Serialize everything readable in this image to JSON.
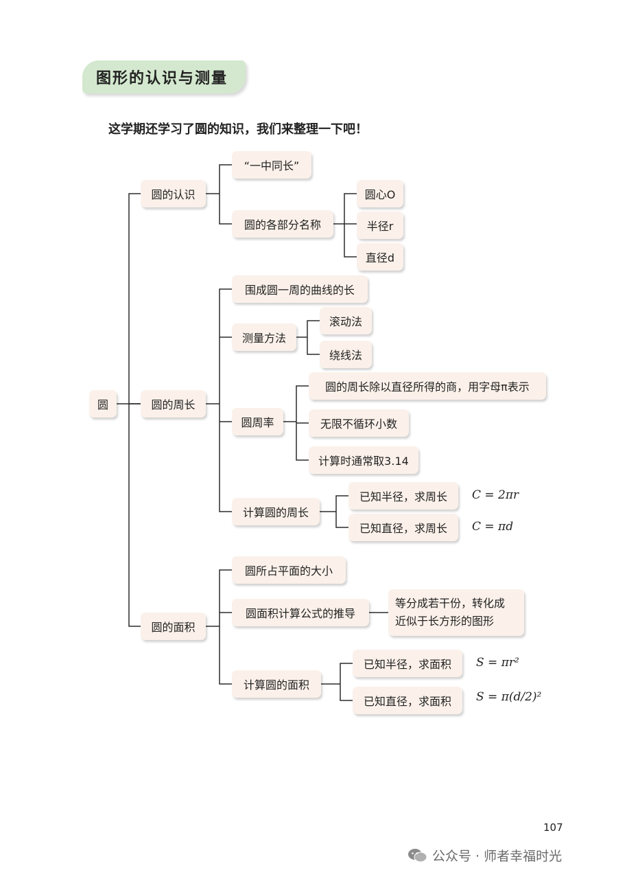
{
  "section_title": "图形的认识与测量",
  "intro": "这学期还学习了圆的知识，我们来整理一下吧！",
  "nodes": {
    "root": "圆",
    "recognition": "圆的认识",
    "yizhong": "“一中同长”",
    "parts": "圆的各部分名称",
    "center": "圆心O",
    "radius": "半径r",
    "diameter": "直径d",
    "perimeter": "圆的周长",
    "curve_length": "围成圆一周的曲线的长",
    "measure": "测量方法",
    "rolling": "滚动法",
    "wrapping": "绕线法",
    "pi": "圆周率",
    "pi_def": "圆的周长除以直径所得的商，用字母π表示",
    "pi_infinite": "无限不循环小数",
    "pi_approx": "计算时通常取3.14",
    "calc_perimeter": "计算圆的周长",
    "known_r_c": "已知半径，求周长",
    "known_d_c": "已知直径，求周长",
    "area": "圆的面积",
    "area_def": "圆所占平面的大小",
    "derivation": "圆面积计算公式的推导",
    "derivation_detail_1": "等分成若干份，转化成",
    "derivation_detail_2": "近似于长方形的图形",
    "calc_area": "计算圆的面积",
    "known_r_s": "已知半径，求面积",
    "known_d_s": "已知直径，求面积"
  },
  "formulas": {
    "c_radius": "C = 2πr",
    "c_diameter": "C = πd",
    "s_radius": "S = πr²",
    "s_diameter": "S = π(d/2)²"
  },
  "page_number": "107",
  "watermark": "公众号 · 师者幸福时光"
}
